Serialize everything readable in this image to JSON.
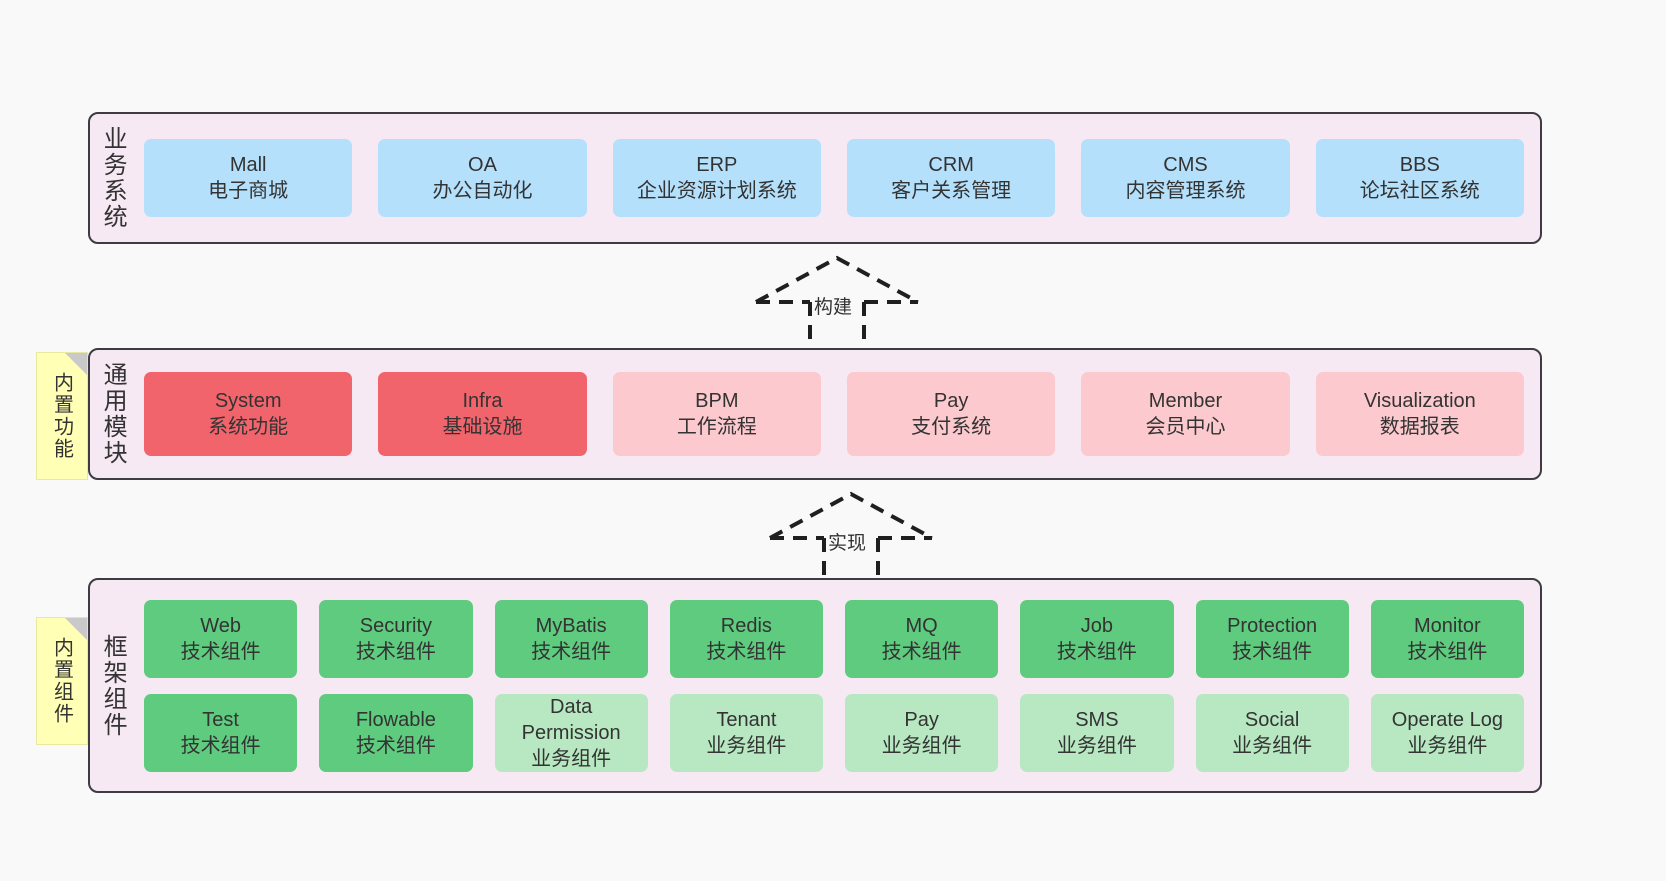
{
  "diagram": {
    "background_color": "#f9f9f9",
    "layer_fill": "#f7e9f3",
    "layer_border": "#3c3c42"
  },
  "layers": [
    {
      "id": "business",
      "title": "业务系统",
      "box_color": "#b5e0fb",
      "rows": [
        [
          {
            "en": "Mall",
            "cn": "电子商城",
            "style": "blue"
          },
          {
            "en": "OA",
            "cn": "办公自动化",
            "style": "blue"
          },
          {
            "en": "ERP",
            "cn": "企业资源计划系统",
            "style": "blue"
          },
          {
            "en": "CRM",
            "cn": "客户关系管理",
            "style": "blue"
          },
          {
            "en": "CMS",
            "cn": "内容管理系统",
            "style": "blue"
          },
          {
            "en": "BBS",
            "cn": "论坛社区系统",
            "style": "blue"
          }
        ]
      ]
    },
    {
      "id": "modules",
      "title": "通用模块",
      "box_color_strong": "#f1646c",
      "box_color_light": "#fbc9ce",
      "rows": [
        [
          {
            "en": "System",
            "cn": "系统功能",
            "style": "red-strong"
          },
          {
            "en": "Infra",
            "cn": "基础设施",
            "style": "red-strong"
          },
          {
            "en": "BPM",
            "cn": "工作流程",
            "style": "red-light"
          },
          {
            "en": "Pay",
            "cn": "支付系统",
            "style": "red-light"
          },
          {
            "en": "Member",
            "cn": "会员中心",
            "style": "red-light"
          },
          {
            "en": "Visualization",
            "cn": "数据报表",
            "style": "red-light"
          }
        ]
      ]
    },
    {
      "id": "frame",
      "title": "框架组件",
      "box_color_strong": "#5ecb7f",
      "box_color_light": "#b8e8c2",
      "rows": [
        [
          {
            "en": "Web",
            "cn": "技术组件",
            "style": "green-strong"
          },
          {
            "en": "Security",
            "cn": "技术组件",
            "style": "green-strong"
          },
          {
            "en": "MyBatis",
            "cn": "技术组件",
            "style": "green-strong"
          },
          {
            "en": "Redis",
            "cn": "技术组件",
            "style": "green-strong"
          },
          {
            "en": "MQ",
            "cn": "技术组件",
            "style": "green-strong"
          },
          {
            "en": "Job",
            "cn": "技术组件",
            "style": "green-strong"
          },
          {
            "en": "Protection",
            "cn": "技术组件",
            "style": "green-strong"
          },
          {
            "en": "Monitor",
            "cn": "技术组件",
            "style": "green-strong"
          }
        ],
        [
          {
            "en": "Test",
            "cn": "技术组件",
            "style": "green-strong"
          },
          {
            "en": "Flowable",
            "cn": "技术组件",
            "style": "green-strong"
          },
          {
            "en": "Data Permission",
            "cn": "业务组件",
            "style": "green-light"
          },
          {
            "en": "Tenant",
            "cn": "业务组件",
            "style": "green-light"
          },
          {
            "en": "Pay",
            "cn": "业务组件",
            "style": "green-light"
          },
          {
            "en": "SMS",
            "cn": "业务组件",
            "style": "green-light"
          },
          {
            "en": "Social",
            "cn": "业务组件",
            "style": "green-light"
          },
          {
            "en": "Operate Log",
            "cn": "业务组件",
            "style": "green-light"
          }
        ]
      ]
    }
  ],
  "notes": [
    {
      "id": "functions",
      "text": "内置功能",
      "color": "#ffffb5"
    },
    {
      "id": "components",
      "text": "内置组件",
      "color": "#ffffb5"
    }
  ],
  "arrows": [
    {
      "id": "build",
      "label": "构建",
      "style": "dashed-open-triangle-up"
    },
    {
      "id": "impl",
      "label": "实现",
      "style": "dashed-open-triangle-up"
    }
  ]
}
